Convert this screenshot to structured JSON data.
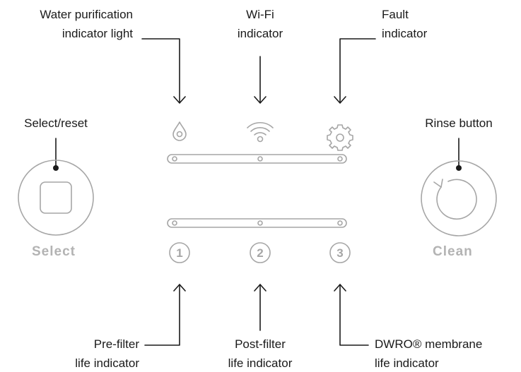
{
  "callouts": {
    "water_purification": [
      "Water purification",
      "indicator light"
    ],
    "wifi": [
      "Wi-Fi",
      "indicator"
    ],
    "fault": [
      "Fault",
      "indicator"
    ],
    "select_reset": [
      "Select/reset"
    ],
    "rinse": [
      "Rinse button"
    ],
    "pre_filter": [
      "Pre-filter",
      "life indicator"
    ],
    "post_filter": [
      "Post-filter",
      "life indicator"
    ],
    "dwro": [
      "DWRO® membrane",
      "life indicator"
    ]
  },
  "buttons": {
    "select_label": "Select",
    "clean_label": "Clean"
  },
  "filter_numbers": [
    "1",
    "2",
    "3"
  ],
  "icons": [
    "water-drop-icon",
    "wifi-icon",
    "gear-icon",
    "square-icon",
    "rinse-circle-arrow-icon"
  ],
  "colors": {
    "line": "#1a1a1a",
    "panel_gray": "#a6a6a6",
    "label_gray": "#b3b3b3"
  }
}
